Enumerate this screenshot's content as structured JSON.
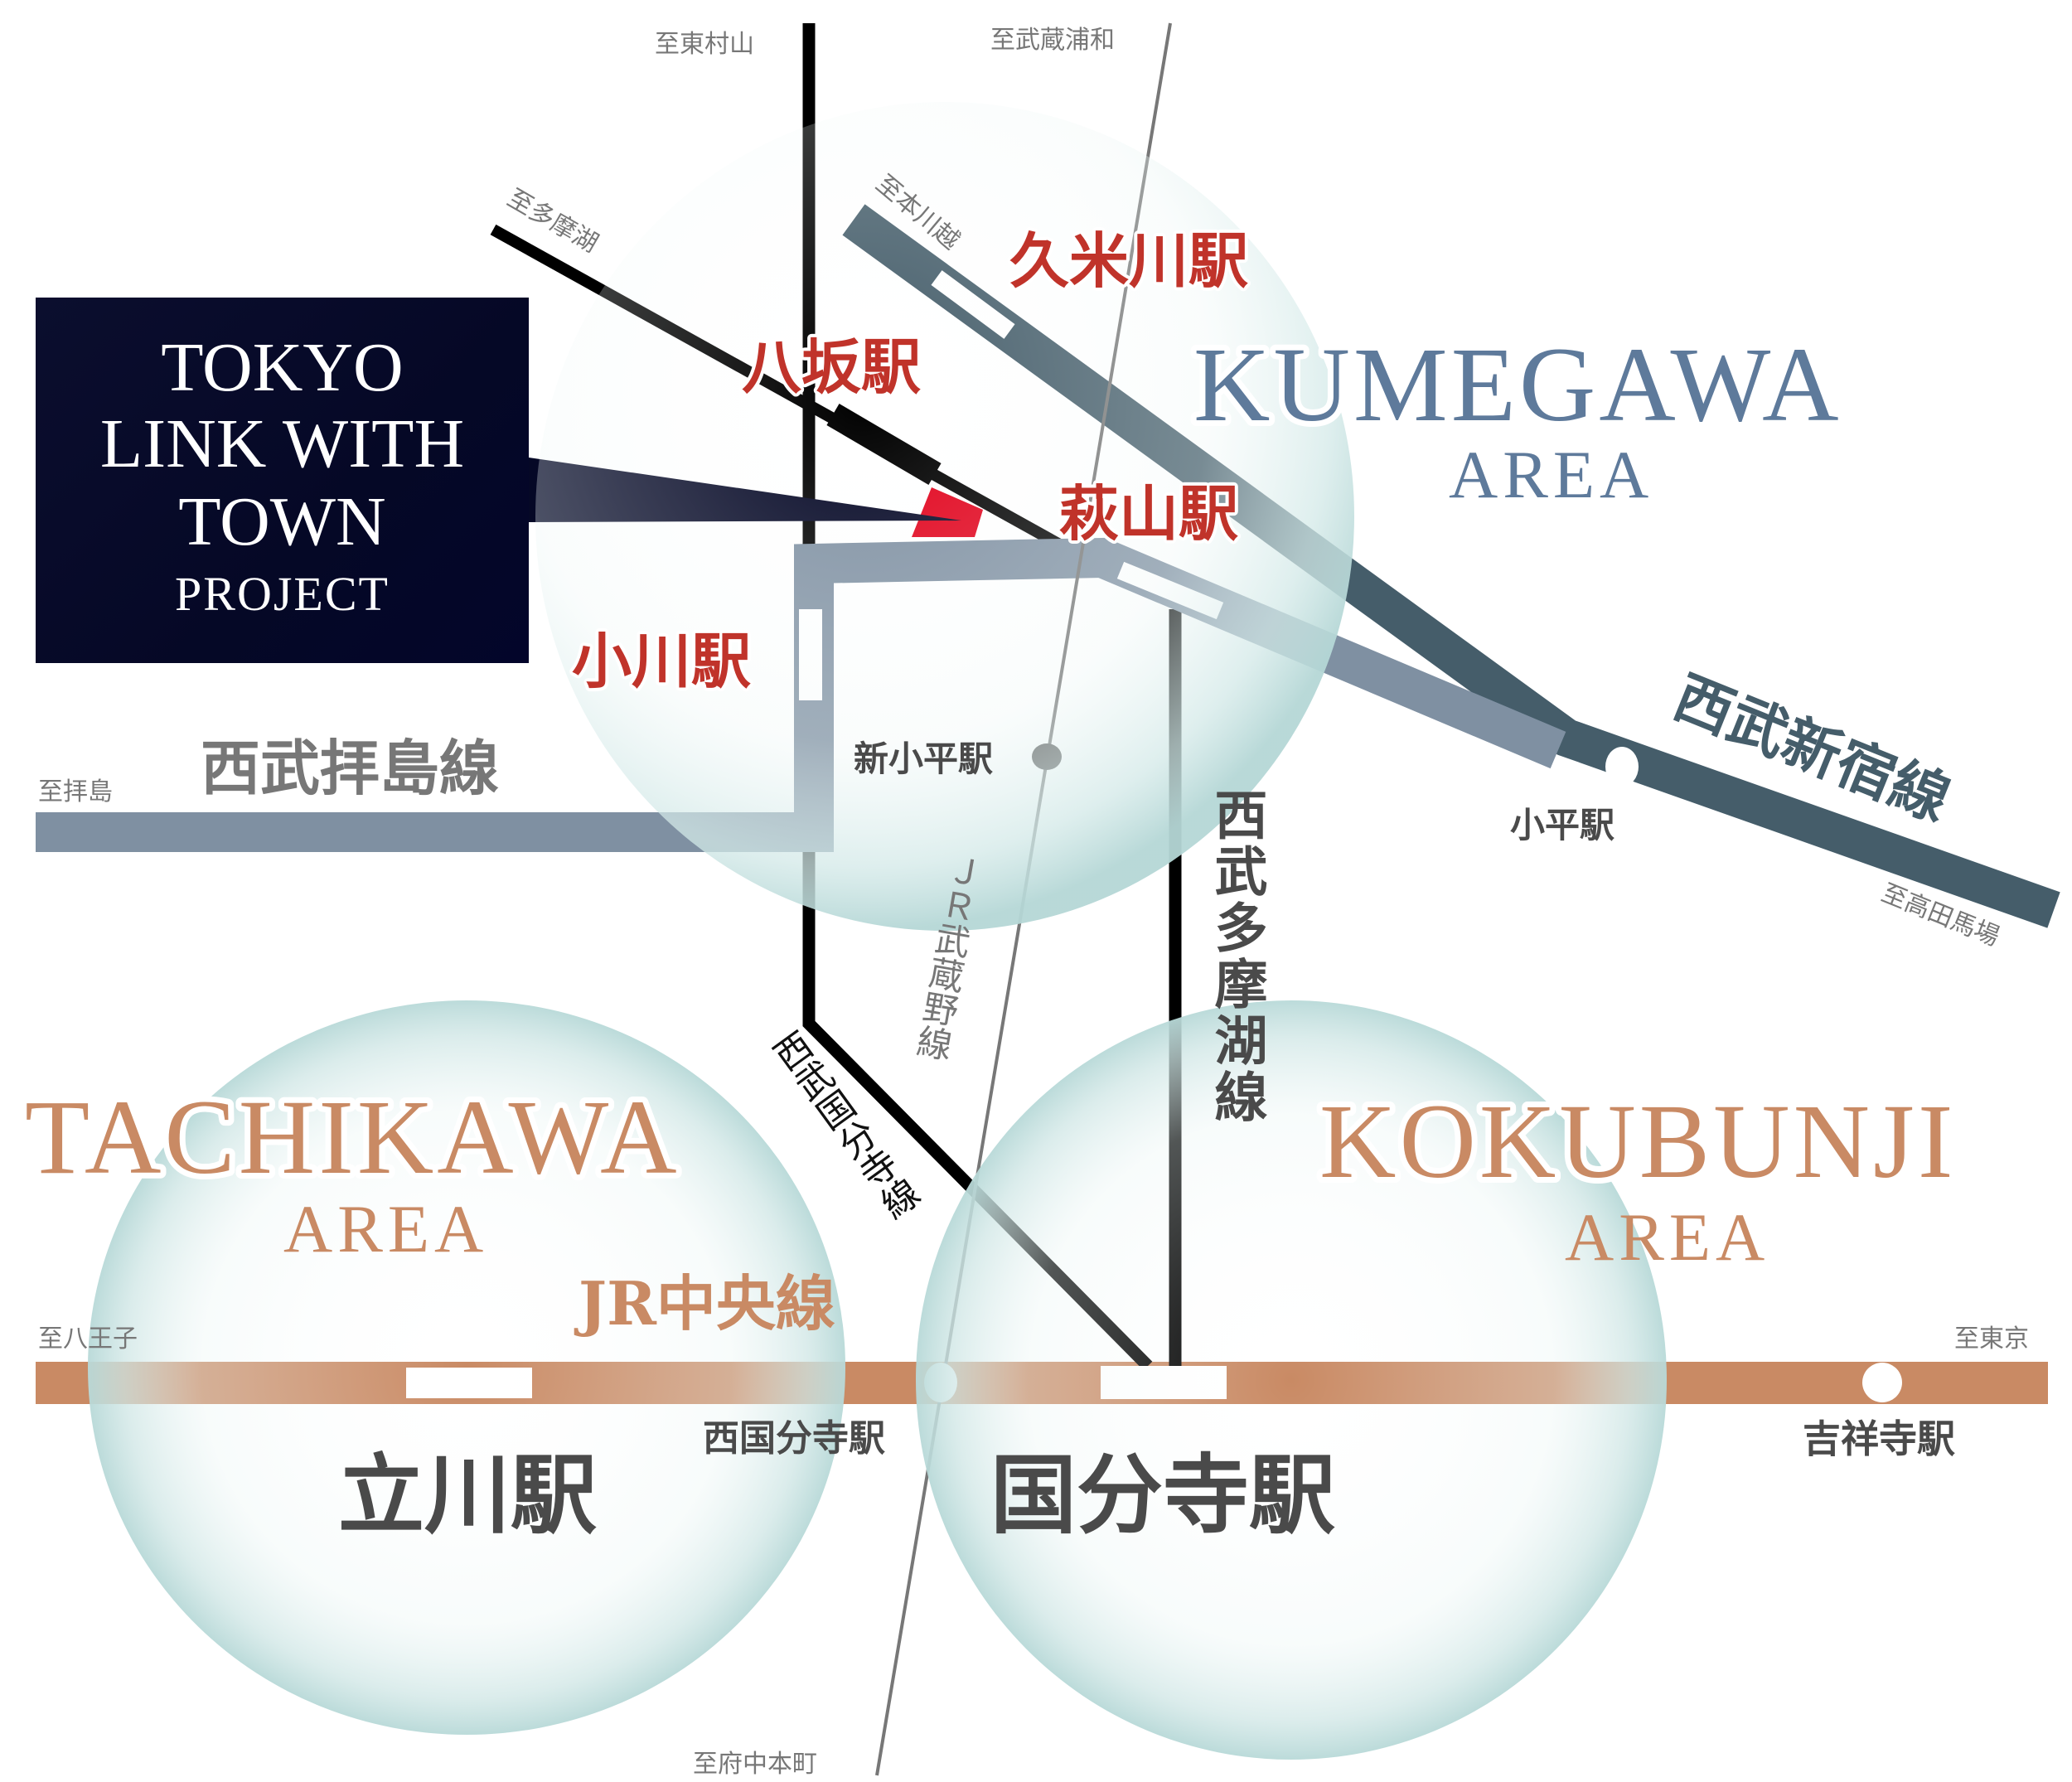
{
  "project": {
    "line1": "TOKYO",
    "line2": "LINK WITH",
    "line3": "TOWN",
    "line4": "PROJECT"
  },
  "colors": {
    "project_box": "#050826",
    "pointer_marker": "#e1001a",
    "station_red": "#c0332a",
    "seibu_shinjuku": "#455d6a",
    "seibu_haijima": "#7f90a2",
    "seibu_black": "#000000",
    "jr_chuo": "#c98a64",
    "jr_musashino": "#777777",
    "kumegawa_area": "#5e7a9b",
    "tachikawa_area": "#c98a64",
    "kokubunji_area": "#c98a64",
    "bubble_fill": "#dceeed"
  },
  "areas": {
    "kumegawa": {
      "name": "KUMEGAWA",
      "sub": "AREA"
    },
    "tachikawa": {
      "name": "TACHIKAWA",
      "sub": "AREA"
    },
    "kokubunji": {
      "name": "KOKUBUNJI",
      "sub": "AREA"
    }
  },
  "lines": {
    "seibu_haijima": "西武拝島線",
    "seibu_shinjuku": "西武新宿線",
    "seibu_tamako": "西武多摩湖線",
    "seibu_kokubunji": "西武国分寺線",
    "jr_musashino": "ＪＲ武蔵野線",
    "jr_chuo": "JR中央線"
  },
  "stations": {
    "yasaka": "八坂駅",
    "kumegawa": "久米川駅",
    "hagiyama": "萩山駅",
    "ogawa": "小川駅",
    "shinkodaira": "新小平駅",
    "kodaira": "小平駅",
    "tachikawa": "立川駅",
    "nishikokubunji": "西国分寺駅",
    "kokubunji": "国分寺駅",
    "kichijoji": "吉祥寺駅"
  },
  "destinations": {
    "higashimurayama": "至東村山",
    "musashiurawa": "至武蔵浦和",
    "tamako": "至多摩湖",
    "honkawagoe": "至本川越",
    "haijima": "至拝島",
    "takadanobaba": "至高田馬場",
    "hachioji": "至八王子",
    "tokyo": "至東京",
    "fuchuhonmachi": "至府中本町"
  }
}
